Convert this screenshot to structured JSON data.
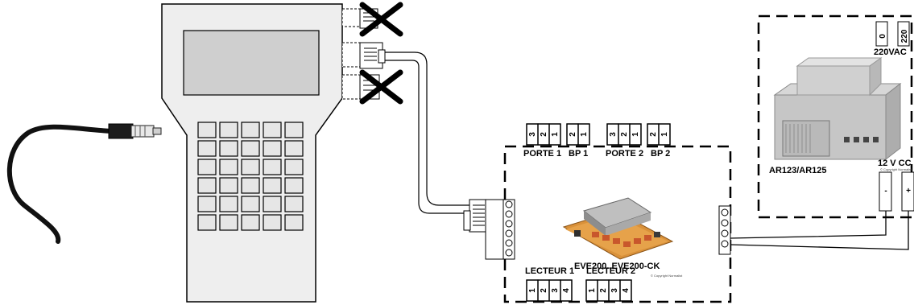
{
  "terminal_labels": {
    "porte1": "PORTE 1",
    "bp1": "BP 1",
    "porte2": "PORTE 2",
    "bp2": "BP 2",
    "lecteur1": "LECTEUR 1",
    "lecteur2": "LECTEUR 2"
  },
  "pins": {
    "porte1": [
      "3",
      "2",
      "1"
    ],
    "bp1": [
      "2",
      "1"
    ],
    "porte2": [
      "3",
      "2",
      "1"
    ],
    "bp2": [
      "2",
      "1"
    ],
    "lecteur1": [
      "1",
      "2",
      "3",
      "4"
    ],
    "lecteur2": [
      "1",
      "2",
      "3",
      "4"
    ]
  },
  "controller": {
    "model": "EVE200..EVE200-CK",
    "copyright": "© Copyright Normalist"
  },
  "power_supply": {
    "model": "AR123/AR125",
    "input_label": "220VAC",
    "input_pins": [
      "0",
      "220"
    ],
    "output_label": "12 V CC",
    "output_pins": [
      "-",
      "+"
    ],
    "copyright": "© Copyright Normalist"
  }
}
